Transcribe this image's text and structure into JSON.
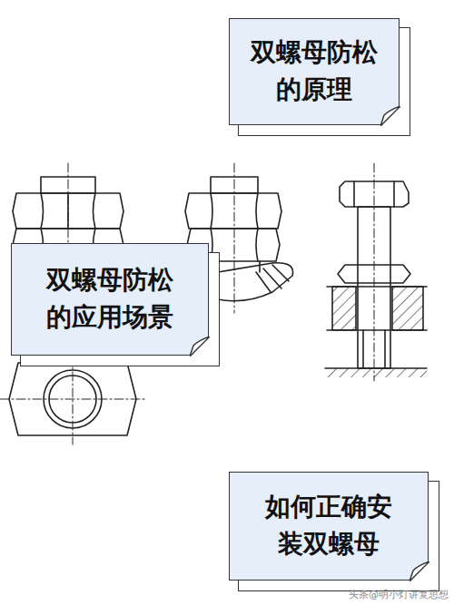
{
  "diagram": {
    "nodes": [
      {
        "text": [
          "双螺母防松 的原理"
        ]
      },
      {
        "text": [
          "双螺母防松 的应用场景"
        ]
      },
      {
        "text": [
          "如何正确安 装双螺母"
        ]
      }
    ],
    "labels": [
      "头条@明小灯讲复思想"
    ]
  }
}
